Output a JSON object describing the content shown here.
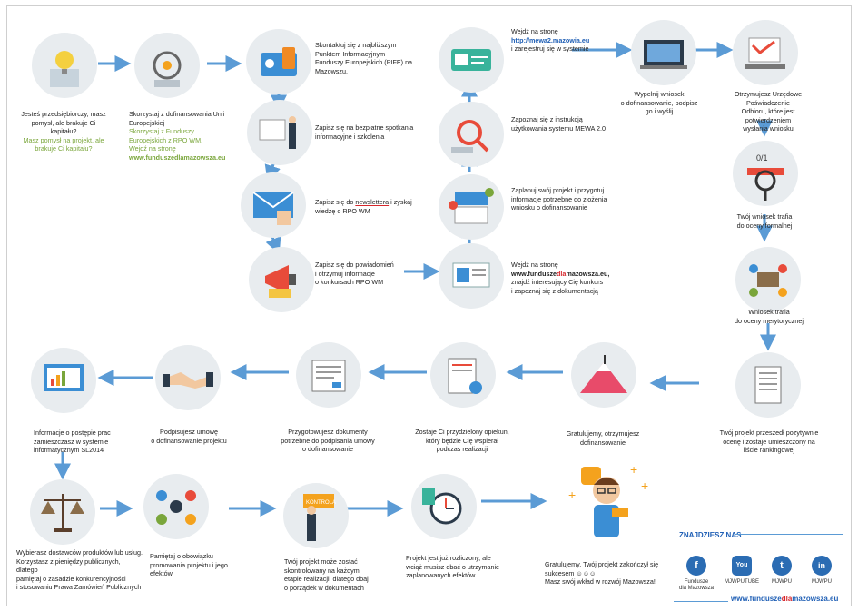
{
  "steps": {
    "s1": "Jesteś przedsiębiorczy, masz\npomysł, ale brakuje Ci\nkapitału?",
    "s1_green": "Masz pomysł na projekt, ale\nbrakuje Ci kapitału?",
    "s2": "Skorzystaj z dofinansowania Unii\nEuropejskiej",
    "s2_green": "Skorzystaj z Funduszy\nEuropejskich z RPO WM.\nWejdź na stronę",
    "s2_link": "www.funduszedlamazowsza.eu",
    "s3": "Skontaktuj się z najbliższym\nPunktem Informacyjnym\nFunduszy Europejskich (PIFE) na\nMazowszu.",
    "s4": "Zapisz się na bezpłatne spotkania\ninformacyjne i szkolenia",
    "s5": "Zapisz się do newslettera i zyskaj\nwiedzę o RPO WM",
    "s6": "Zapisz się do powiadomień\ni otrzymuj informacje\no konkursach RPO WM",
    "s7_a": "Wejdź na stronę",
    "s7_link_pre": "www.fundusze",
    "s7_link_red": "dla",
    "s7_link_post": "mazowsza.eu,",
    "s7_b": "znajdź interesujący Cię konkurs\ni zapoznaj się z dokumentacją",
    "s8": "Zaplanuj swój projekt i przygotuj\ninformacje potrzebne do złożenia\nwniosku o dofinansowanie",
    "s9": "Zapoznaj się z instrukcją\nużytkowania systemu MEWA 2.0",
    "s10_a": "Wejdź na stronę",
    "s10_link": "http://mewa2.mazowia.eu",
    "s10_b": "i zarejestruj się w systemie",
    "s11": "Wypełnij wniosek\no dofinansowanie, podpisz\ngo i wyślij",
    "s12": "Otrzymujesz Urzędowe Poświadczenie\nOdbioru, które jest potwierdzeniem\nwysłania wniosku",
    "s13": "Twój wniosek trafia\ndo oceny formalnej",
    "s14": "Wniosek trafia\ndo oceny merytorycznej",
    "s15": "Twój projekt przeszedł pozytywnie\nocenę i zostaje umieszczony na\nliście rankingowej",
    "s16": "Gratulujemy, otrzymujesz\ndofinansowanie",
    "s17": "Zostaje Ci przydzielony opiekun,\nktóry będzie Cię wspierał\npodczas realizacji",
    "s18": "Przygotowujesz dokumenty\npotrzebne do podpisania umowy\no dofinansowanie",
    "s19": "Podpisujesz umowę\no dofinansowanie projektu",
    "s20": "Informacje o postępie prac\nzamieszczasz w systemie\ninformatycznym SL2014",
    "s21": "Wybierasz dostawców produktów lub usług.\nKorzystasz z pieniędzy publicznych, dlatego\npamiętaj o zasadzie konkurencyjności\ni stosowaniu Prawa Zamówień Publicznych",
    "s22": "Pamiętaj o obowiązku\npromowania projektu i jego\nefektów",
    "s23": "Twój projekt może zostać\nskontrolowany na każdym\netapie realizacji, dlatego dbaj\no porządek w dokumentach",
    "s24": "Projekt jest już rozliczony, ale\nwciąż musisz dbać o utrzymanie\nzaplanowanych efektów",
    "s25": "Gratulujemy, Twój projekt zakończył się\nsukcesem ☺☺☺.\nMasz swój wkład w rozwój Mazowsza!"
  },
  "labels": {
    "counter": "0/1",
    "kontrola": "KONTROLA"
  },
  "footer": {
    "heading": "ZNAJDZIESZ NAS",
    "social": [
      {
        "icon": "f",
        "label": "Fundusze\ndla Mazowsza"
      },
      {
        "icon": "You",
        "label": "MJWPUTUBE"
      },
      {
        "icon": "t",
        "label": "MJWPU"
      },
      {
        "icon": "in",
        "label": "MJWPU"
      }
    ],
    "url_pre": "www.fundusze",
    "url_red": "dla",
    "url_post": "mazowsza.eu"
  },
  "colors": {
    "arrow": "#5b9bd5",
    "link_blue": "#1f5fb5",
    "green": "#7aa63b",
    "red": "#d6262b",
    "circle_bg": "#e8ecef"
  }
}
